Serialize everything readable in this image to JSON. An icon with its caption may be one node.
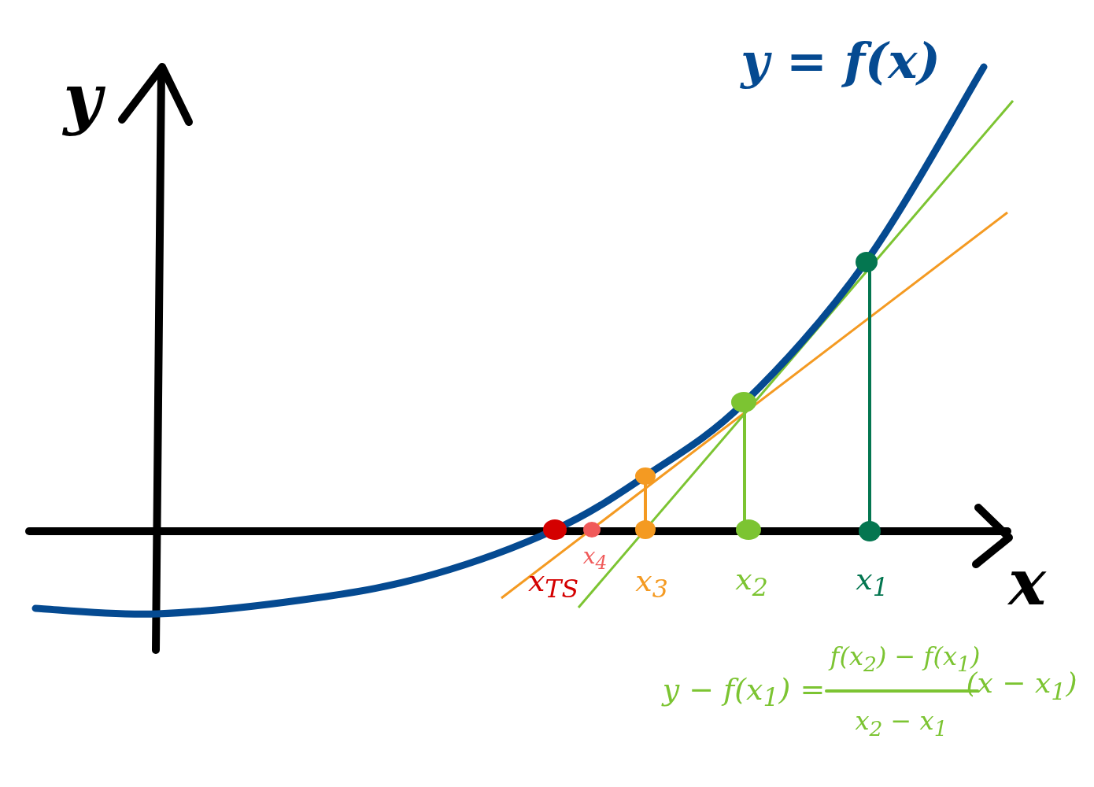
{
  "diagram": {
    "labels": [
      "y",
      "y = f(x)",
      "x",
      "x$_{TS}$",
      "x$_{4}$",
      "x$_{3}$",
      "x$_{2}$",
      "x$_{1}$",
      "y − f(x$_{1}$) =",
      "f(x$_{2}$) − f(x$_{1}$)",
      "x$_{2}$ − x$_{1}$",
      "(x − x$_{1}$)"
    ]
  }
}
